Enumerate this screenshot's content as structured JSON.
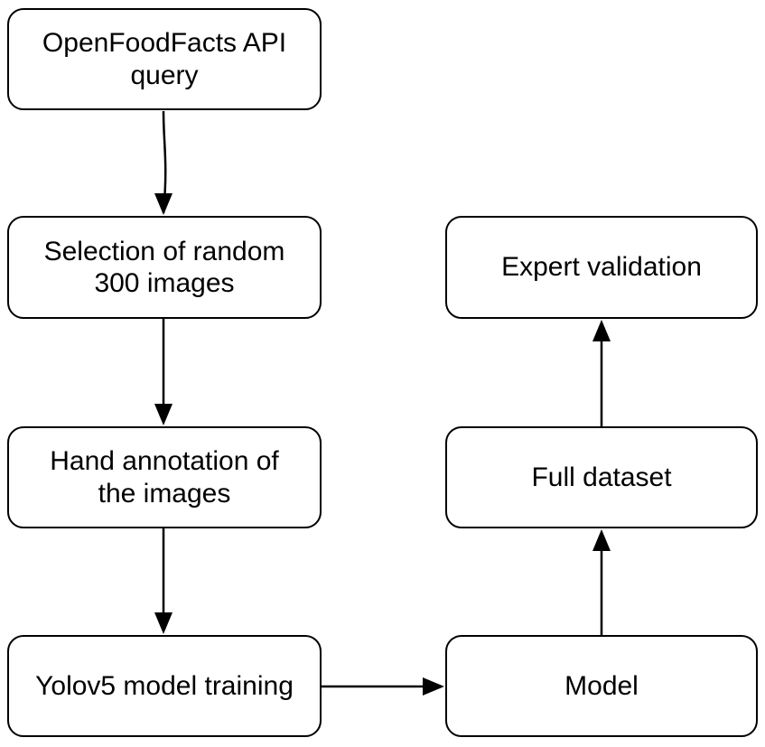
{
  "diagram": {
    "nodes": [
      {
        "id": "n1",
        "label": "OpenFoodFacts API\nquery"
      },
      {
        "id": "n2",
        "label": "Selection of random\n300 images"
      },
      {
        "id": "n3",
        "label": "Hand annotation of\nthe images"
      },
      {
        "id": "n4",
        "label": "Yolov5 model training"
      },
      {
        "id": "n5",
        "label": "Model"
      },
      {
        "id": "n6",
        "label": "Full dataset"
      },
      {
        "id": "n7",
        "label": "Expert validation"
      }
    ],
    "edges": [
      {
        "from": "n1",
        "to": "n2"
      },
      {
        "from": "n2",
        "to": "n3"
      },
      {
        "from": "n3",
        "to": "n4"
      },
      {
        "from": "n4",
        "to": "n5"
      },
      {
        "from": "n5",
        "to": "n6"
      },
      {
        "from": "n6",
        "to": "n7"
      }
    ],
    "colors": {
      "stroke": "#000000",
      "fill": "#ffffff",
      "text": "#000000"
    }
  }
}
